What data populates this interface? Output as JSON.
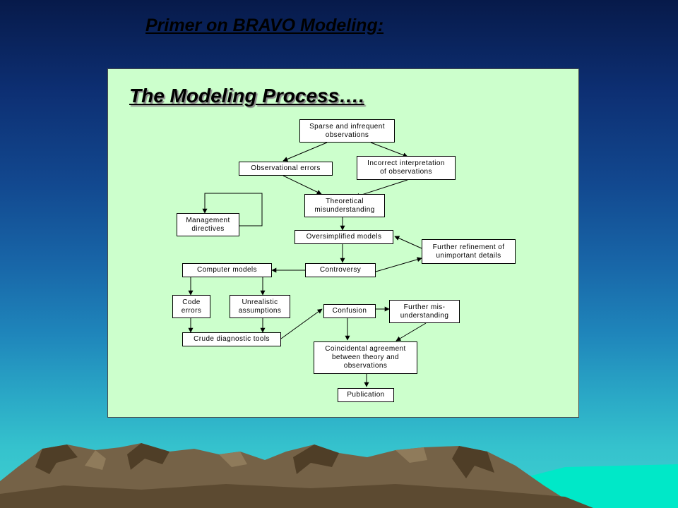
{
  "slide": {
    "title": "Primer on BRAVO Modeling:"
  },
  "diagram": {
    "title": "The Modeling Process….",
    "nodes": {
      "sparse": "Sparse and infrequent\nobservations",
      "obs_errors": "Observational errors",
      "incorrect": "Incorrect interpretation\nof observations",
      "theoretical": "Theoretical\nmisunderstanding",
      "management": "Management\ndirectives",
      "oversimplified": "Oversimplified models",
      "refinement": "Further refinement of\nunimportant details",
      "computer": "Computer models",
      "controversy": "Controversy",
      "code_errors": "Code\nerrors",
      "unrealistic": "Unrealistic\nassumptions",
      "confusion": "Confusion",
      "further_mis": "Further mis-\nunderstanding",
      "crude": "Crude diagnostic tools",
      "coincidental": "Coincidental agreement\nbetween theory and\nobservations",
      "publication": "Publication"
    }
  }
}
